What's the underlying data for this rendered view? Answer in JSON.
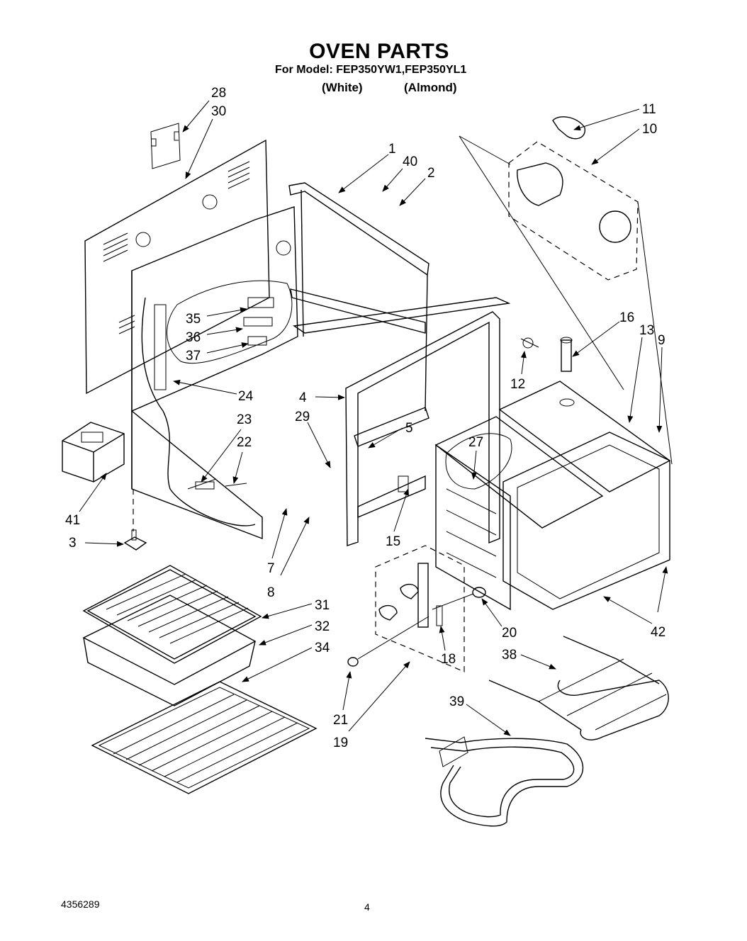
{
  "header": {
    "title": "OVEN PARTS",
    "model_line": "For Model: FEP350YW1,FEP350YL1",
    "variant_white": "(White)",
    "variant_almond": "(Almond)"
  },
  "callouts": [
    {
      "id": "c28",
      "label": "28"
    },
    {
      "id": "c30",
      "label": "30"
    },
    {
      "id": "c1",
      "label": "1"
    },
    {
      "id": "c40",
      "label": "40"
    },
    {
      "id": "c2",
      "label": "2"
    },
    {
      "id": "c11",
      "label": "11"
    },
    {
      "id": "c10",
      "label": "10"
    },
    {
      "id": "c35",
      "label": "35"
    },
    {
      "id": "c36",
      "label": "36"
    },
    {
      "id": "c37",
      "label": "37"
    },
    {
      "id": "c24",
      "label": "24"
    },
    {
      "id": "c16",
      "label": "16"
    },
    {
      "id": "c13",
      "label": "13"
    },
    {
      "id": "c9",
      "label": "9"
    },
    {
      "id": "c12",
      "label": "12"
    },
    {
      "id": "c4",
      "label": "4"
    },
    {
      "id": "c23",
      "label": "23"
    },
    {
      "id": "c29",
      "label": "29"
    },
    {
      "id": "c5",
      "label": "5"
    },
    {
      "id": "c22",
      "label": "22"
    },
    {
      "id": "c27",
      "label": "27"
    },
    {
      "id": "c41",
      "label": "41"
    },
    {
      "id": "c3",
      "label": "3"
    },
    {
      "id": "c15",
      "label": "15"
    },
    {
      "id": "c7",
      "label": "7"
    },
    {
      "id": "c8",
      "label": "8"
    },
    {
      "id": "c31",
      "label": "31"
    },
    {
      "id": "c32",
      "label": "32"
    },
    {
      "id": "c34",
      "label": "34"
    },
    {
      "id": "c20",
      "label": "20"
    },
    {
      "id": "c42",
      "label": "42"
    },
    {
      "id": "c18",
      "label": "18"
    },
    {
      "id": "c38",
      "label": "38"
    },
    {
      "id": "c21",
      "label": "21"
    },
    {
      "id": "c19",
      "label": "19"
    },
    {
      "id": "c39",
      "label": "39"
    }
  ],
  "footer": {
    "doc_number": "4356289",
    "page_number": "4"
  }
}
